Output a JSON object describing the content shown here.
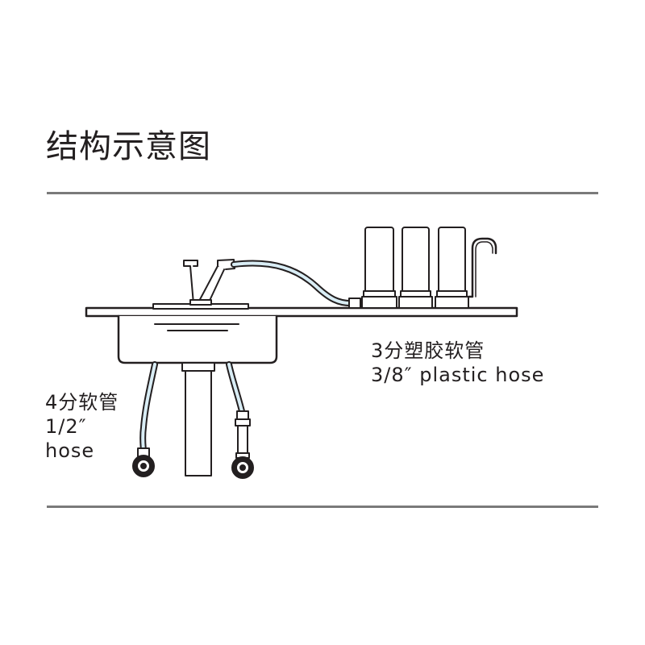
{
  "title": "结构示意图",
  "labels": {
    "half_hose_cn": "4分软管",
    "half_hose_size": "1/2″",
    "half_hose_en": "hose",
    "plastic_hose_cn": "3分塑胶软管",
    "plastic_hose_en": "3/8″ plastic hose"
  },
  "colors": {
    "line": "#231f20",
    "rule": "#7a7a7a",
    "hose_fill": "#d9edf5"
  }
}
